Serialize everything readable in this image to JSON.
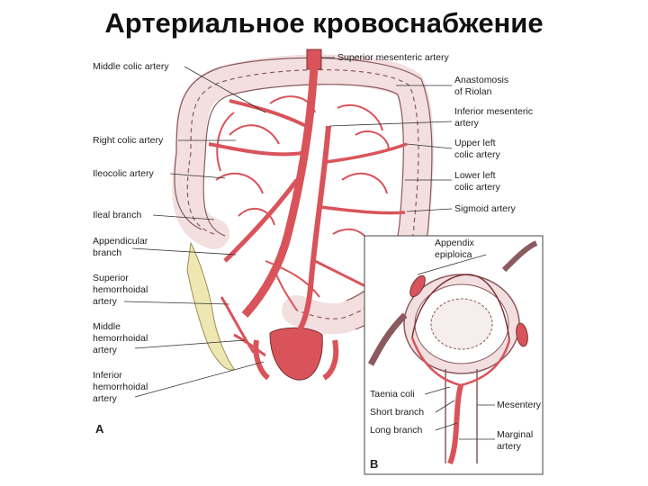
{
  "title": "Артериальное кровоснабжение",
  "labels_left": [
    "Middle colic artery",
    "Right colic artery",
    "Ileocolic artery",
    "Ileal branch",
    "Appendicular",
    "branch",
    "Superior",
    "hemorrhoidal",
    "artery",
    "Middle",
    "hemorrhoidal",
    "artery",
    "Inferior",
    "hemorrhoidal",
    "artery"
  ],
  "labels_right": [
    "Superior mesenteric artery",
    "Anastomosis",
    "of Riolan",
    "Inferior mesenteric",
    "artery",
    "Upper left",
    "colic artery",
    "Lower left",
    "colic artery",
    "Sigmoid artery"
  ],
  "panel_a": {
    "letter": "A"
  },
  "panel_b": {
    "letter": "B",
    "labels": [
      "Appendix",
      "epiploica",
      "Taenia coli",
      "Short branch",
      "Long branch",
      "Mesentery",
      "Marginal",
      "artery"
    ]
  },
  "colors": {
    "artery": "#d9545a",
    "colon_fill": "#f3dfdf",
    "colon_stroke": "#8a5a5e",
    "fat": "#efe7b2"
  }
}
